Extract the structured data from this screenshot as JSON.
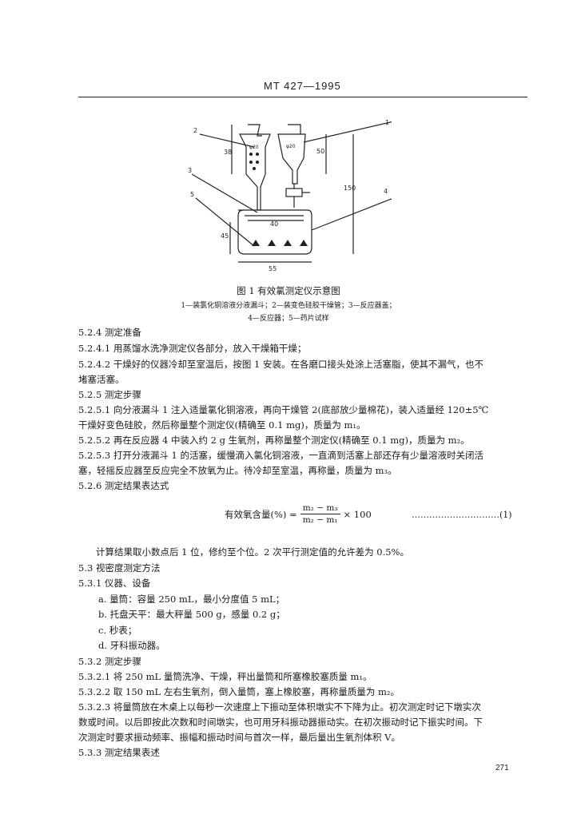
{
  "header": "MT 427—1995",
  "figure": {
    "caption": "图 1    有效氯测定仪示意图",
    "legend_line1": "1—装氯化铜溶液分液漏斗；2—装变色硅胶干燥管；3—反应器盖；",
    "legend_line2": "4—反应器；5—药片试样",
    "labels": {
      "l1": "1",
      "l2": "2",
      "l3": "3",
      "l4": "4",
      "l5": "5"
    },
    "dims": {
      "d38": "38",
      "d20a": "φ20",
      "d20b": "φ20",
      "d50": "50",
      "d150": "150",
      "d40": "40",
      "d45": "45",
      "d55": "55"
    }
  },
  "lines": [
    "5.2.4   测定准备",
    "5.2.4.1   用蒸馏水洗净测定仪各部分，放入干燥箱干燥；",
    "5.2.4.2   干燥好的仪器冷却至室温后，按图 1 安装。在各磨口接头处涂上活塞脂，使其不漏气，也不",
    "堵塞活塞。",
    "5.2.5   测定步骤",
    "5.2.5.1   向分液漏斗 1 注入适量氯化铜溶液，再向干燥管 2(底部放少量棉花)，装入适量经 120±5℃",
    "干燥好变色硅胶，然后称量整个测定仪(精确至 0.1 mg)，质量为 m₁。",
    "5.2.5.2   再在反应器 4 中装入约 2 g 生氧剂，再称量整个测定仪(精确至 0.1 mg)，质量为 m₂。",
    "5.2.5.3   打开分液漏斗 1 的活塞，缓慢滴入氯化铜溶液，一直滴到活塞上部还存有少量溶液时关闭活",
    "塞，轻摇反应器至反应完全不放氧为止。待冷却至室温，再称量，质量为 m₃。",
    "5.2.6   测定结果表达式"
  ],
  "formula": {
    "lhs": "有效氧含量(%) =",
    "num": "m₂ − m₃",
    "den": "m₂ − m₁",
    "rhs": "× 100",
    "eqno": "…………………………(1)"
  },
  "after": [
    "计算结果取小数点后 1 位，修约至个位。2 次平行测定值的允许差为 0.5%。",
    "5.3   视密度测定方法",
    "5.3.1   仪器、设备",
    "a.    量筒：容量 250 mL，最小分度值 5 mL；",
    "b.    托盘天平：最大秤量 500 g，感量 0.2 g；",
    "c.    秒表；",
    "d.    牙科振动器。",
    "5.3.2   测定步骤",
    "5.3.2.1   将 250 mL 量筒洗净、干燥，秤出量筒和所塞橡胶塞质量 m₁。",
    "5.3.2.2   取 150 mL 左右生氧剂，倒入量筒，塞上橡胶塞，再称量质量为 m₂。",
    "5.3.2.3   将量筒放在木桌上以每秒一次速度上下振动至体积墩实不下降为止。初次测定时记下墩实次",
    "数或时间。以后即按此次数和时间墩实，也可用牙科振动器振动实。在初次振动时记下振实时间。下",
    "次测定时要求振动频率、振幅和振动时间与首次一样，最后量出生氧剂体积 V。",
    "5.3.3   测定结果表述"
  ],
  "page_number": "271"
}
